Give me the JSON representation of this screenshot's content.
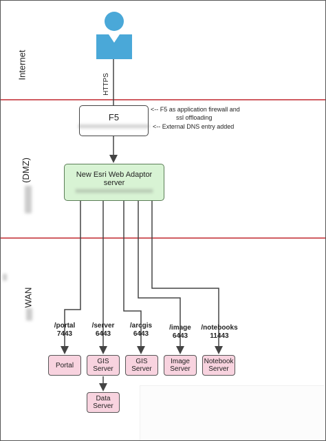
{
  "zones": {
    "internet": "Internet",
    "dmz": "(DMZ)",
    "wan": "WAN"
  },
  "connections": {
    "https": "HTTPS"
  },
  "f5": {
    "title": "F5",
    "notes": [
      "<-- F5 as application firewall and",
      "ssl offloading",
      "<-- External DNS entry  added"
    ]
  },
  "web_adaptor": {
    "title": "New Esri Web Adaptor server"
  },
  "routes": [
    {
      "path": "/portal",
      "port": "7443",
      "target": "Portal"
    },
    {
      "path": "/server",
      "port": "6443",
      "target": "GIS Server"
    },
    {
      "path": "/arcgis",
      "port": "6443",
      "target": "GIS Server"
    },
    {
      "path": "/image",
      "port": "6443",
      "target": "Image Server"
    },
    {
      "path": "/notebooks",
      "port": "11443",
      "target": "Notebook Server"
    }
  ],
  "data_server": "Data Server",
  "colors": {
    "zone_divider": "#c0262d",
    "user_icon": "#4aa8d8",
    "web_adaptor_fill": "#d8f3d4",
    "target_fill": "#f8d3df"
  },
  "icons": [
    "user-icon"
  ]
}
